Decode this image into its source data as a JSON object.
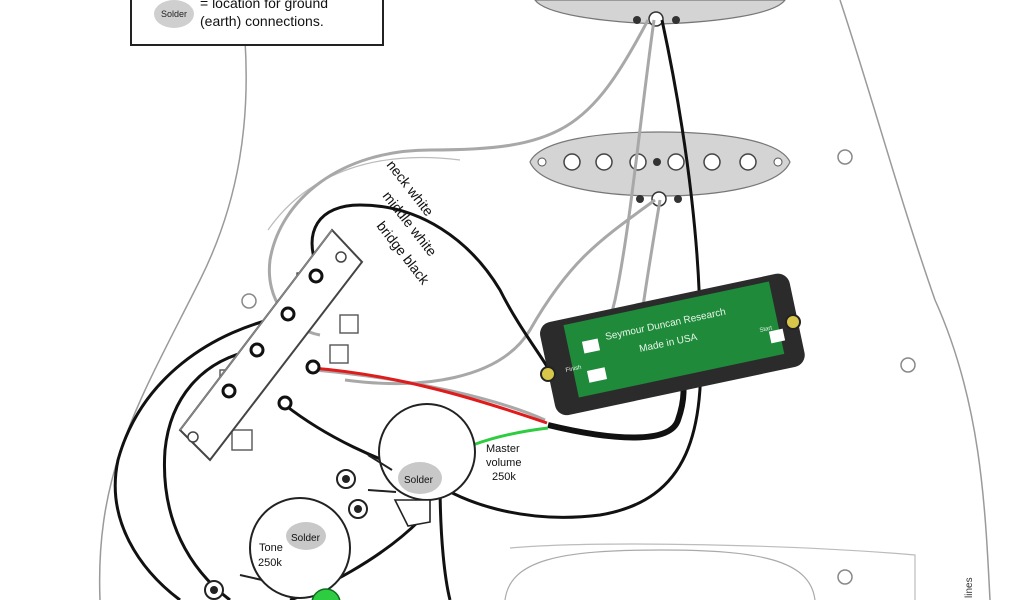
{
  "legend": {
    "swatch_label": "Solder",
    "line1": "= location for ground",
    "line2": "(earth) connections."
  },
  "wire_labels": {
    "neck": "neck white",
    "middle": "middle white",
    "bridge": "bridge black"
  },
  "pickup_board": {
    "brand": "Seymour Duncan Research",
    "origin": "Made in USA",
    "finish_label": "Finish",
    "start_label": "Start"
  },
  "volume_pot": {
    "name": "Master",
    "name2": "volume",
    "value": "250k",
    "solder_label": "Solder"
  },
  "tone_pot": {
    "name": "Tone",
    "value": "250k",
    "solder_label": "Solder"
  },
  "corner_credit": "lines",
  "colors": {
    "pickguard_outline": "#9a9a9a",
    "pickup_cover": "#d4d4d4",
    "wire_gray": "#a8a8a8",
    "wire_black": "#111111",
    "wire_red": "#e01b1b",
    "wire_green": "#2ecc40",
    "board_green": "#1f8a3a",
    "board_frame": "#2b2b2b",
    "solder_gray": "#c8c8c8",
    "screw_yellow": "#d7c64a"
  }
}
